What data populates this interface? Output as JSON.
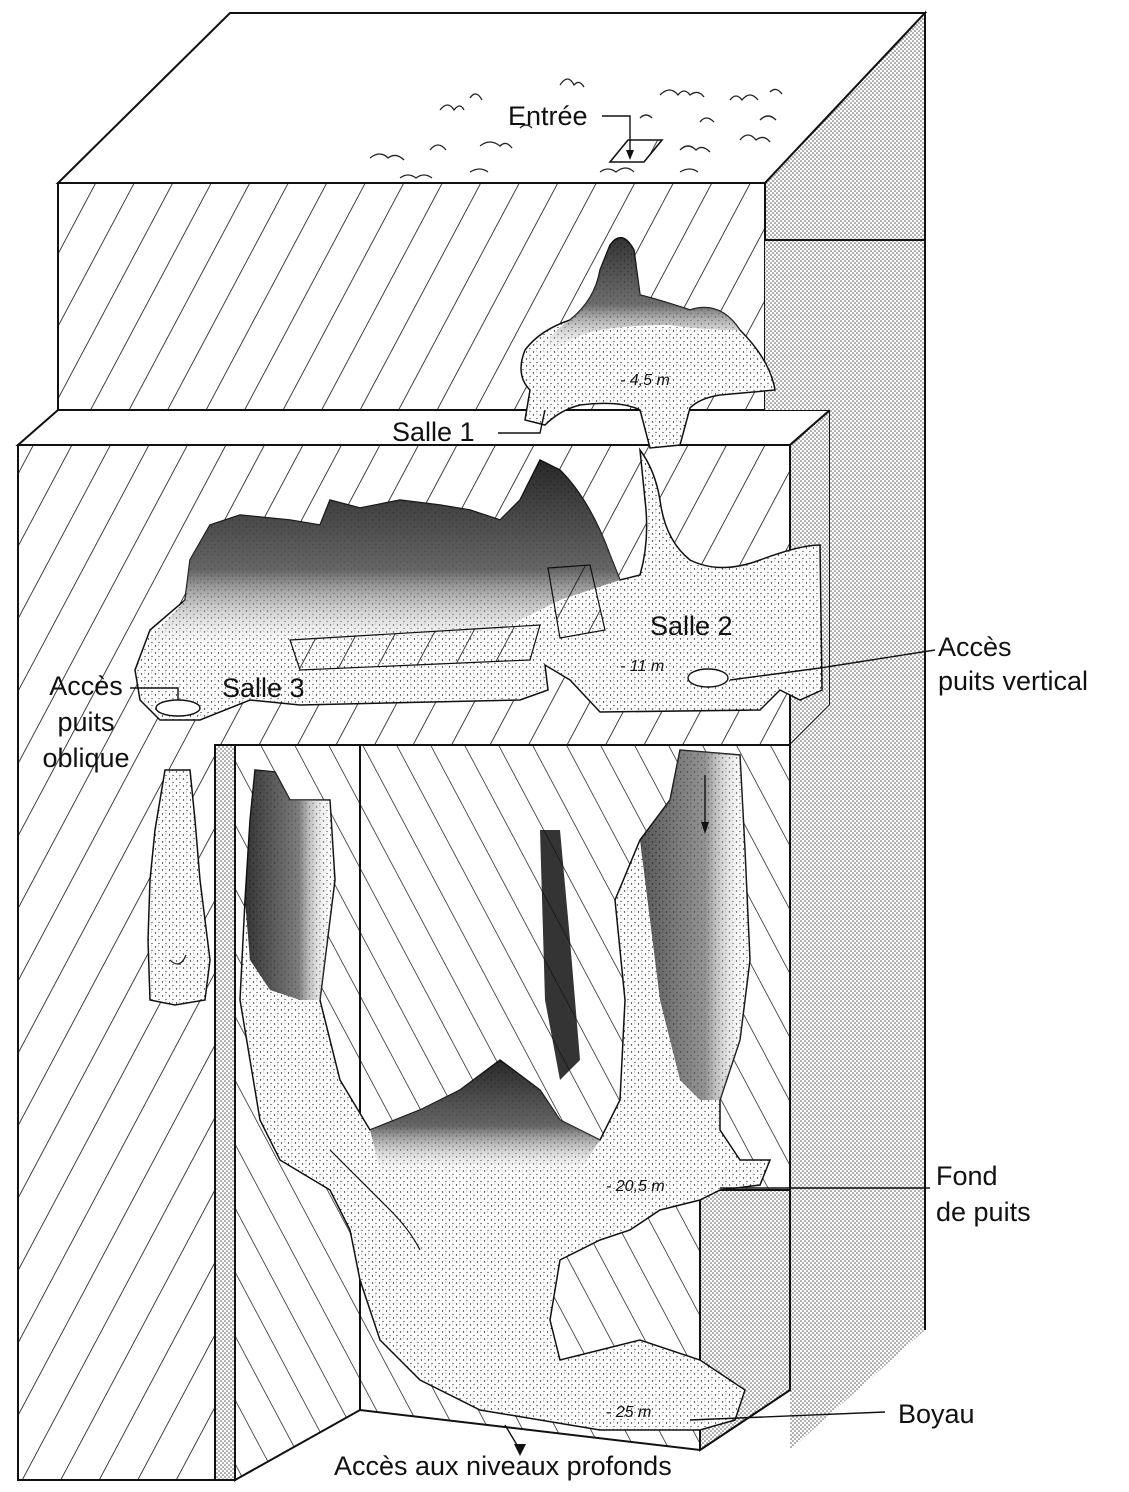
{
  "labels": {
    "entree": "Entrée",
    "salle1": "Salle 1",
    "salle2": "Salle 2",
    "salle3": "Salle 3",
    "acces_puits_vertical": [
      "Accès",
      "puits vertical"
    ],
    "acces_puits_oblique": [
      "Accès",
      "puits",
      "oblique"
    ],
    "fond_de_puits": [
      "Fond",
      "de puits"
    ],
    "boyau": "Boyau",
    "acces_niveaux": "Accès aux niveaux profonds"
  },
  "depths": {
    "d1": "- 4,5 m",
    "d2": "- 11 m",
    "d3": "- 20,5 m",
    "d4": "- 25 m"
  },
  "colors": {
    "ink": "#111111",
    "paper": "#ffffff",
    "stipple": "#9a9a9a"
  }
}
